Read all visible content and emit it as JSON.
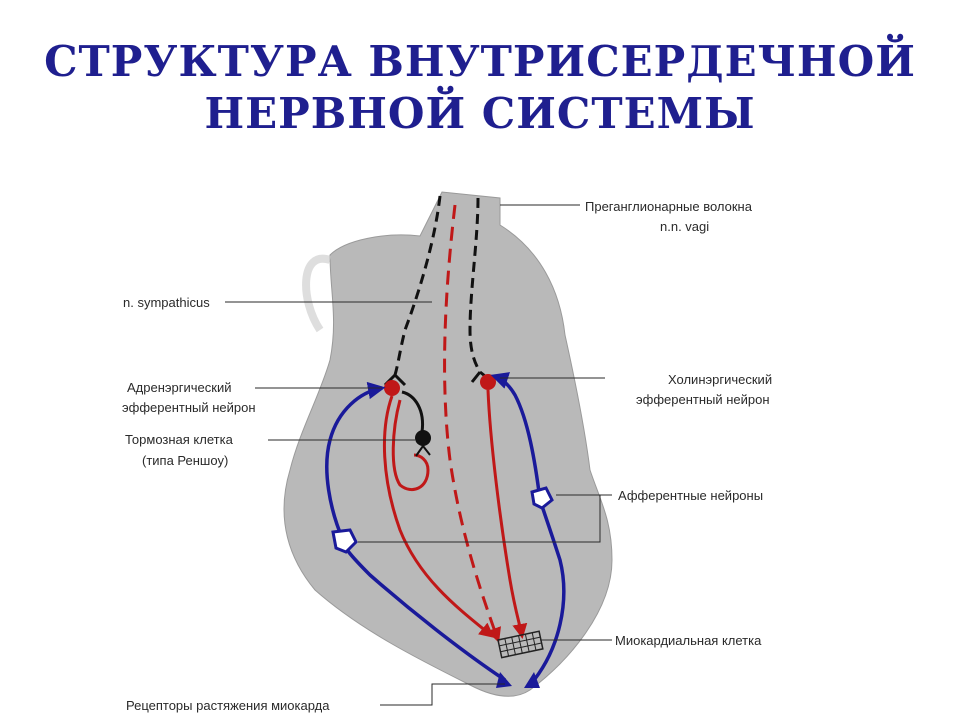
{
  "title": {
    "line1": "СТРУКТУРА ВНУТРИСЕРДЕЧНОЙ",
    "line2": "НЕРВНОЙ СИСТЕМЫ"
  },
  "labels": {
    "preganglionic": "Преганглионарные волокна",
    "vagi": "n.n. vagi",
    "sympathicus": "n. sympathicus",
    "adrenergic_1": "Адренэргический",
    "adrenergic_2": "эфферентный нейрон",
    "inhibitory_1": "Тормозная клетка",
    "inhibitory_2": "(типа Реншоу)",
    "cholinergic_1": "Холинэргический",
    "cholinergic_2": "эфферентный нейрон",
    "afferent": "Афферентные нейроны",
    "myocardial": "Миокардиальная клетка",
    "receptors": "Рецепторы растяжения миокарда"
  },
  "colors": {
    "title": "#1f1f8f",
    "heart_fill": "#b9b9b9",
    "afferent_blue": "#1a1a9a",
    "efferent_red": "#c01818",
    "fiber_black": "#111111"
  }
}
